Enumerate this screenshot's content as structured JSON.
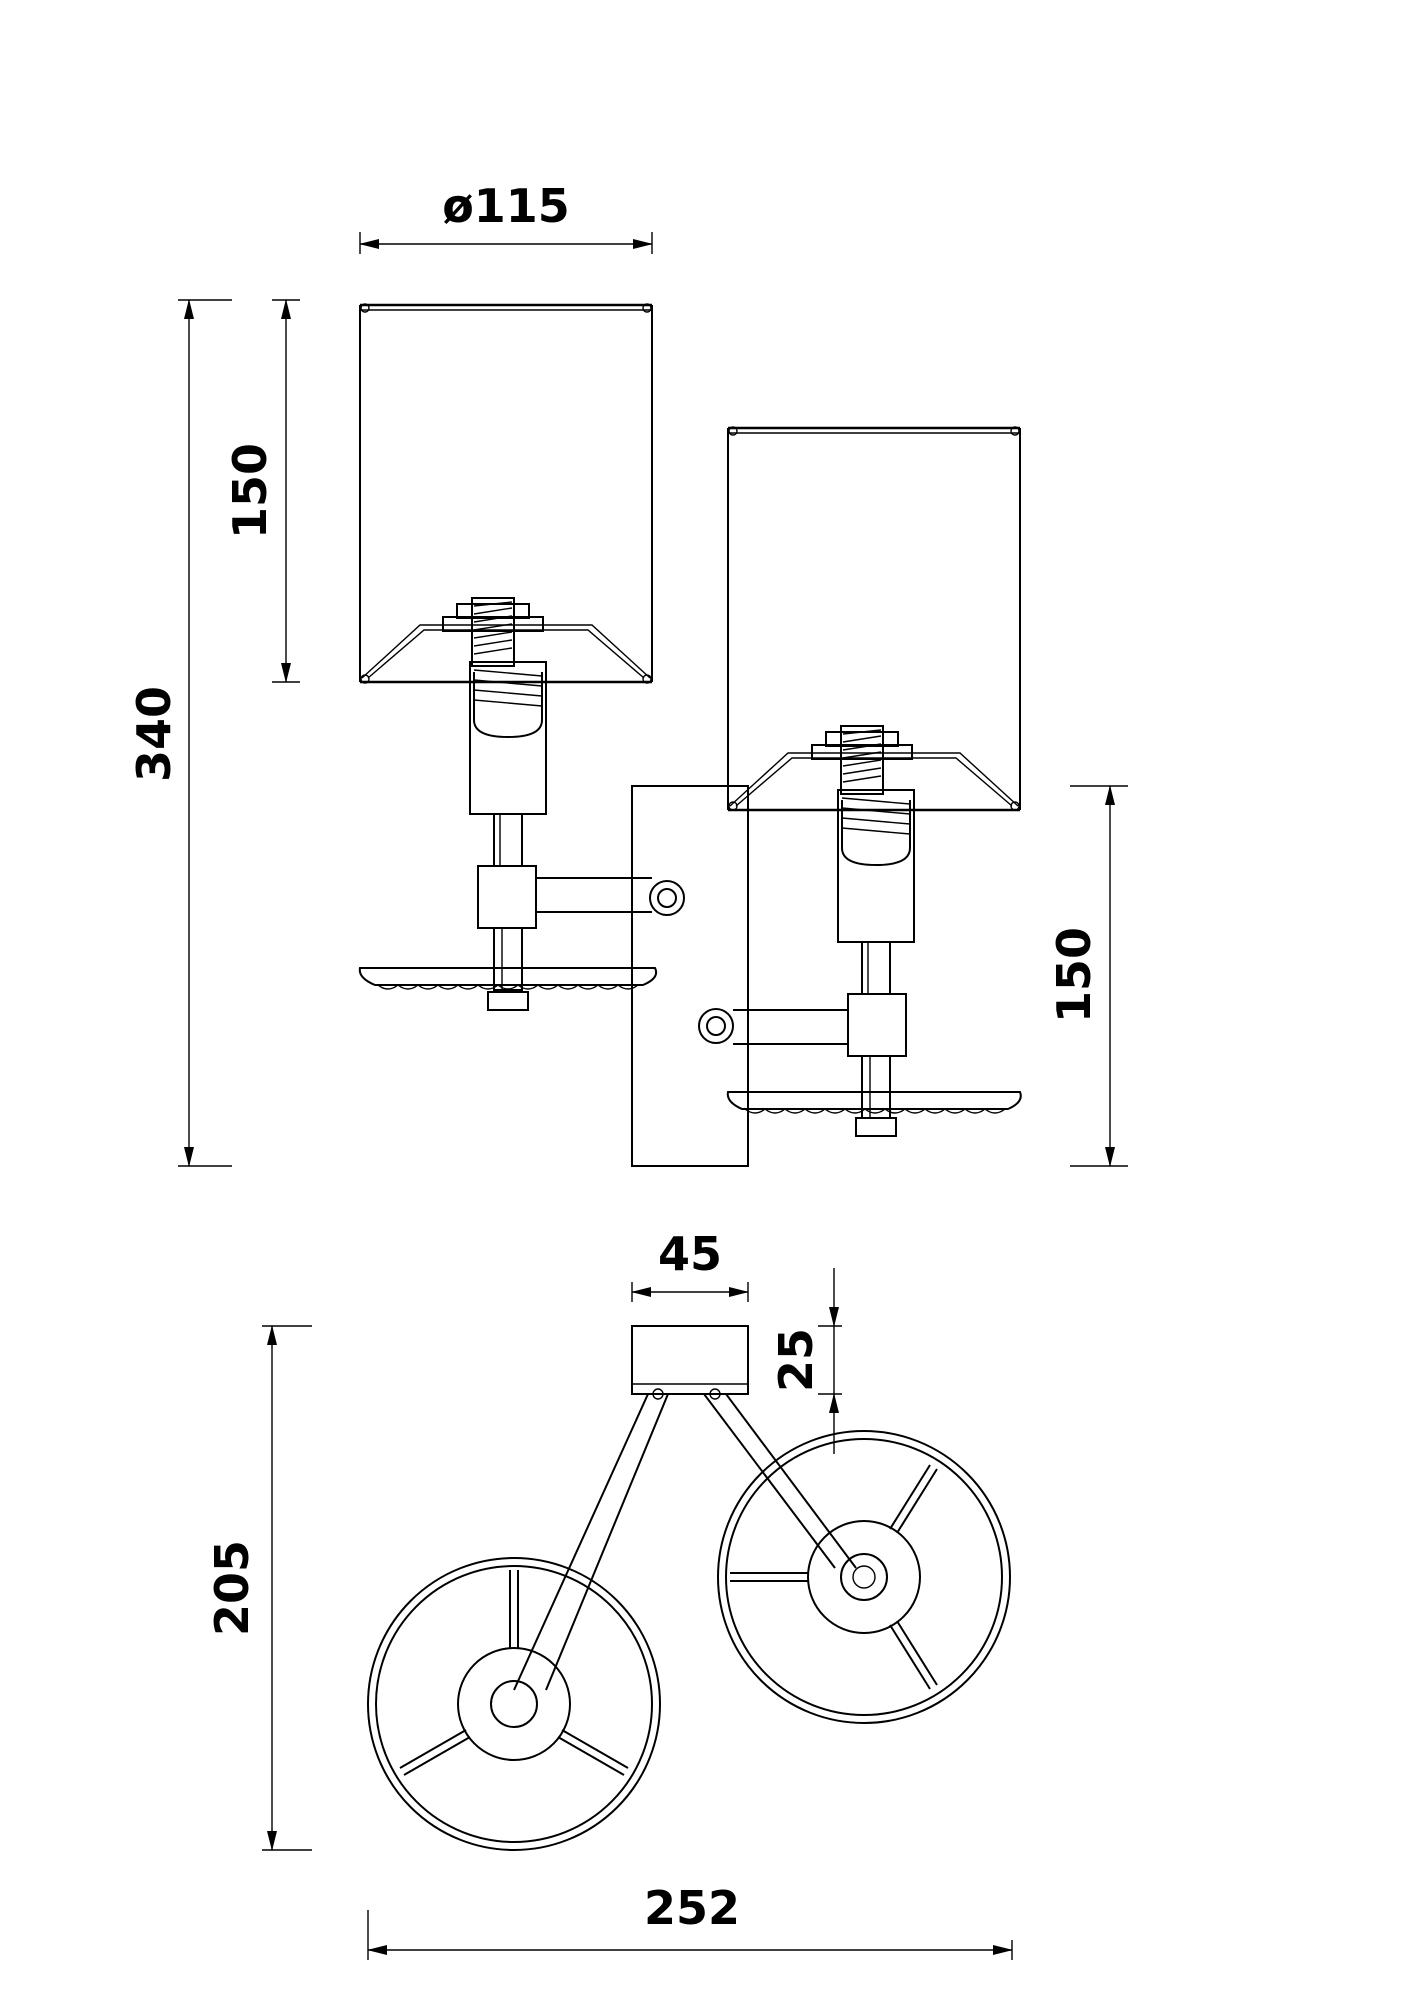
{
  "drawing": {
    "front_view": {
      "shade_diameter_label": "ø115",
      "overall_height_label": "340",
      "left_shade_height_label": "150",
      "right_shade_height_label": "150"
    },
    "top_view": {
      "plate_width_label": "45",
      "plate_depth_label": "25",
      "projection_label": "205",
      "overall_width_label": "252"
    }
  }
}
